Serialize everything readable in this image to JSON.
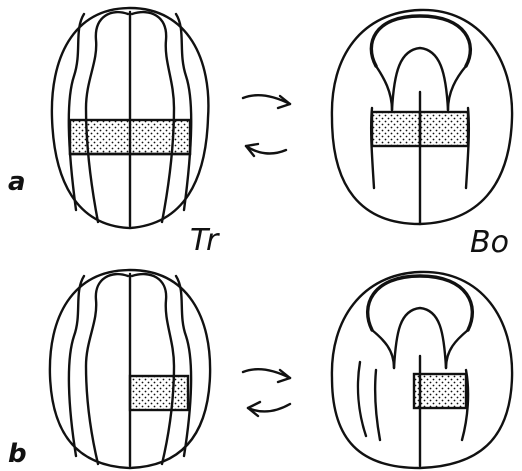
{
  "labels": {
    "row_a": "a",
    "row_b": "b",
    "left": "Tr",
    "right": "Bo"
  },
  "colors": {
    "ink": "#111111",
    "background": "#ffffff"
  }
}
